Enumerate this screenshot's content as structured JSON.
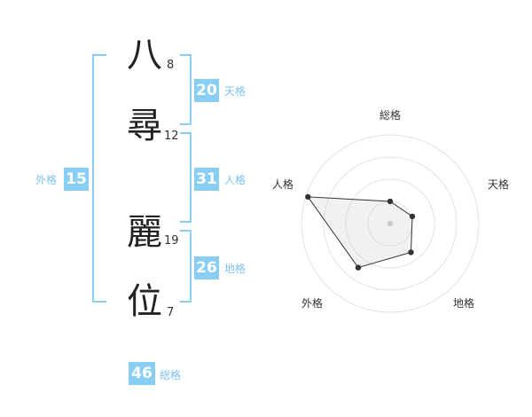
{
  "name_chars": [
    {
      "char": "八",
      "strokes": "8"
    },
    {
      "char": "尋",
      "strokes": "12"
    },
    {
      "char": "麗",
      "strokes": "19"
    },
    {
      "char": "位",
      "strokes": "7"
    }
  ],
  "kaku": {
    "tenkaku": {
      "value": "20",
      "label": "天格"
    },
    "jinkaku": {
      "value": "31",
      "label": "人格"
    },
    "chikaku": {
      "value": "26",
      "label": "地格"
    },
    "gaikaku": {
      "value": "15",
      "label": "外格"
    },
    "soukaku": {
      "value": "46",
      "label": "総格"
    }
  },
  "colors": {
    "accent": "#89cff5",
    "label": "#7ec3ea"
  },
  "chart_data": {
    "type": "radar",
    "axes": [
      "総格",
      "天格",
      "地格",
      "外格",
      "人格"
    ],
    "values": [
      1,
      1.05,
      1.6,
      2.45,
      3.9
    ],
    "range": [
      0,
      4
    ],
    "grid": true
  }
}
